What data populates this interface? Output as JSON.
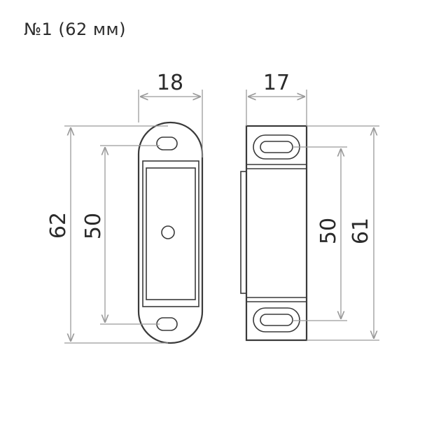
{
  "title": "№1 (62 мм)",
  "dimensions": {
    "width_front": "18",
    "width_side": "17",
    "height_front_total": "62",
    "height_front_holes": "50",
    "height_side_holes": "50",
    "height_side_total": "61"
  },
  "colors": {
    "outline": "#3a3a3a",
    "dimension_line": "#9a9a9a",
    "text": "#2b2b2b"
  }
}
